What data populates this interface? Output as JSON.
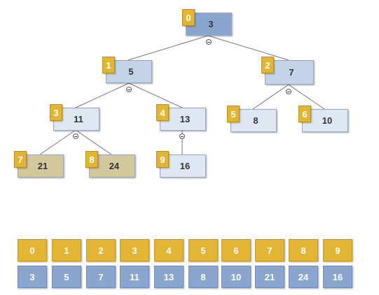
{
  "colors": {
    "index_badge": "#e2b534",
    "node_root": "#8aa6cf",
    "node_level1": "#c3d4ea",
    "node_default": "#dfe7f3",
    "node_leaf_tan": "#d3c79c",
    "array_index": "#e2b534",
    "array_value": "#8aa6cf",
    "edge": "#777777"
  },
  "tree": {
    "nodes": [
      {
        "index": "0",
        "value": "3",
        "color": "#8aa6cf"
      },
      {
        "index": "1",
        "value": "5",
        "color": "#c3d4ea"
      },
      {
        "index": "2",
        "value": "7",
        "color": "#c3d4ea"
      },
      {
        "index": "3",
        "value": "11",
        "color": "#dfe7f3"
      },
      {
        "index": "4",
        "value": "13",
        "color": "#dfe7f3"
      },
      {
        "index": "5",
        "value": "8",
        "color": "#dfe7f3"
      },
      {
        "index": "6",
        "value": "10",
        "color": "#dfe7f3"
      },
      {
        "index": "7",
        "value": "21",
        "color": "#d3c79c"
      },
      {
        "index": "8",
        "value": "24",
        "color": "#d3c79c"
      },
      {
        "index": "9",
        "value": "16",
        "color": "#dfe7f3"
      }
    ]
  },
  "array": {
    "indices": [
      "0",
      "1",
      "2",
      "3",
      "4",
      "5",
      "6",
      "7",
      "8",
      "9"
    ],
    "values": [
      "3",
      "5",
      "7",
      "11",
      "13",
      "8",
      "10",
      "21",
      "24",
      "16"
    ]
  }
}
